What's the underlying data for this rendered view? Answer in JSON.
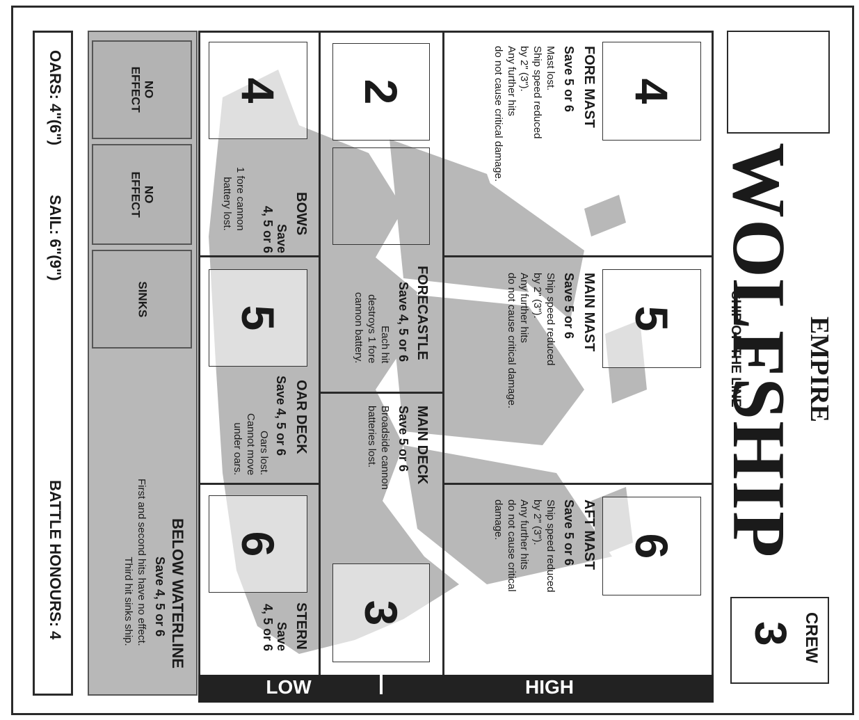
{
  "header": {
    "faction": "EMPIRE",
    "ship_name": "WOLFSHIP",
    "ship_class": "SHIP OF THE LINE",
    "crew_label": "CREW",
    "crew_value": "3"
  },
  "bands": {
    "high": "HIGH",
    "low": "LOW"
  },
  "locations": {
    "fore_mast": {
      "number": "4",
      "title": "FORE MAST",
      "save": "Save 5 or 6",
      "text": "Mast lost.\nShip speed reduced\nby 2\" (3\").\nAny further hits\ndo not cause critical damage."
    },
    "main_mast": {
      "number": "5",
      "title": "MAIN MAST",
      "save": "Save 5 or 6",
      "text": "Ship speed reduced\nby 2\" (3\").\nAny further hits\ndo not cause critical damage."
    },
    "aft_mast": {
      "number": "6",
      "title": "AFT MAST",
      "save": "Save 5 or 6",
      "text": "Ship speed reduced\nby 2\" (3\").\nAny further hits\ndo not cause critical\ndamage."
    },
    "forecastle": {
      "number": "2",
      "title": "FORECASTLE",
      "save": "Save 4, 5 or 6",
      "text": "Each hit\ndestroys 1 fore\ncannon battery."
    },
    "main_deck": {
      "number": "3",
      "title": "MAIN DECK",
      "save": "Save 5 or 6",
      "text": "Broadside cannon\nbatteries lost."
    },
    "bows": {
      "number": "4",
      "title": "BOWS",
      "save": "Save\n4, 5 or 6",
      "text": "1 fore cannon\nbattery lost."
    },
    "oar_deck": {
      "number": "5",
      "title": "OAR DECK",
      "save": "Save 4, 5 or 6",
      "text": "Oars lost.\nCannot move\nunder oars."
    },
    "stern": {
      "number": "6",
      "title": "STERN",
      "save": "Save\n4, 5 or 6",
      "text": ""
    }
  },
  "waterline": {
    "cells": [
      "NO\nEFFECT",
      "NO\nEFFECT",
      "SINKS"
    ],
    "title": "BELOW WATERLINE",
    "save": "Save 4, 5 or 6",
    "text": "First and second hits have no effect.\nThird hit sinks ship."
  },
  "footer": {
    "oars": "OARS: 4\"(6\")",
    "sail": "SAIL: 6\"(9\")",
    "battle_honours": "BATTLE HONOURS: 4"
  },
  "colors": {
    "silhouette": "#b8b8b8",
    "band": "#222222",
    "cell_grey": "#b3b3b3"
  }
}
